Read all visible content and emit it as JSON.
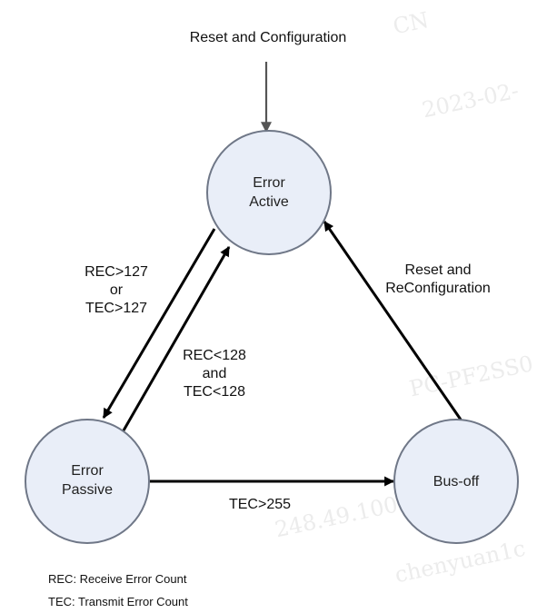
{
  "diagram": {
    "entry_label": "Reset and Configuration",
    "nodes": {
      "error_active": {
        "line1": "Error",
        "line2": "Active"
      },
      "error_passive": {
        "line1": "Error",
        "line2": "Passive"
      },
      "bus_off": {
        "label": "Bus-off"
      }
    },
    "edges": {
      "active_to_passive": {
        "line1": "REC>127",
        "line2": "or",
        "line3": "TEC>127"
      },
      "passive_to_active": {
        "line1": "REC<128",
        "line2": "and",
        "line3": "TEC<128"
      },
      "busoff_to_active": {
        "line1": "Reset and",
        "line2": "ReConfiguration"
      },
      "passive_to_busoff": {
        "label": "TEC>255"
      }
    }
  },
  "legend": {
    "rec": "REC:  Receive Error Count",
    "tec": "TEC:  Transmit Error Count"
  },
  "colors": {
    "node_fill": "#e9eef8",
    "node_stroke": "#6f7787",
    "arrow": "#000000",
    "entry_arrow": "#555555"
  }
}
